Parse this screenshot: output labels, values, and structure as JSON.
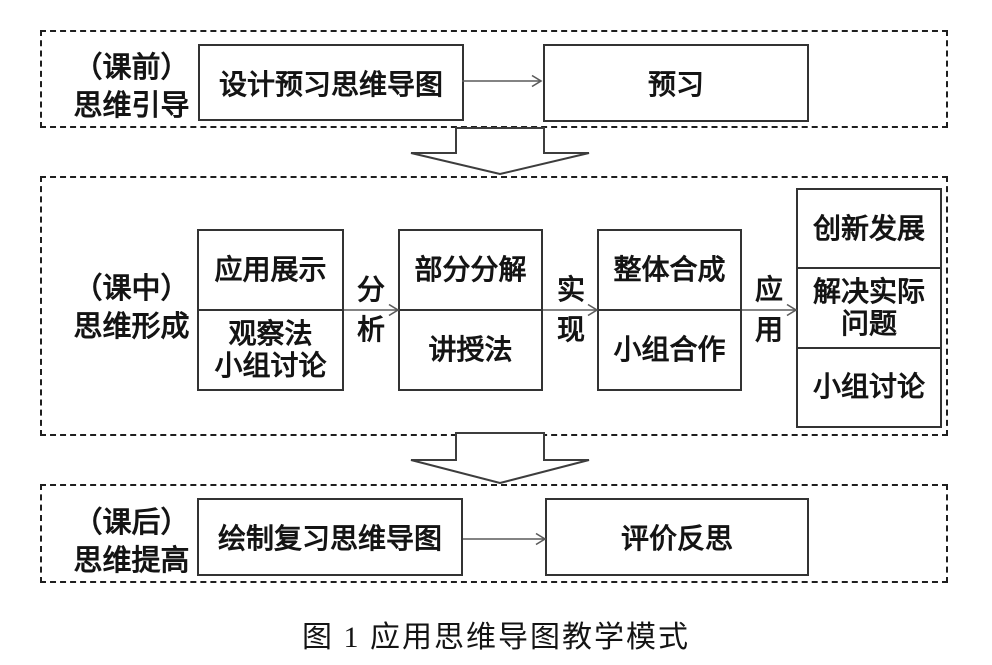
{
  "caption": "图 1  应用思维导图教学模式",
  "colors": {
    "background": "#ffffff",
    "text": "#141414",
    "box_border": "#333333",
    "dashed_border": "#1f1f1f",
    "connector_arrow": "#5a5a5a",
    "big_arrow_outline": "#3d3d3d"
  },
  "sections": {
    "pre": {
      "label": "（课前）\n思维引导",
      "design_box": "设计预习思维导图",
      "preview_box": "预习"
    },
    "during": {
      "label": "（课中）\n思维形成",
      "col1": {
        "top": "应用展示",
        "bottom": "观察法\n小组讨论"
      },
      "arrow1": {
        "top": "分",
        "bottom": "析"
      },
      "col2": {
        "top": "部分分解",
        "bottom": "讲授法"
      },
      "arrow2": {
        "top": "实",
        "bottom": "现"
      },
      "col3": {
        "top": "整体合成",
        "bottom": "小组合作"
      },
      "arrow3": {
        "top": "应",
        "bottom": "用"
      },
      "col4": {
        "cell1": "创新发展",
        "cell2": "解决实际\n问题",
        "cell3": "小组讨论"
      }
    },
    "post": {
      "label": "（课后）\n思维提高",
      "draw_box": "绘制复习思维导图",
      "review_box": "评价反思"
    }
  }
}
